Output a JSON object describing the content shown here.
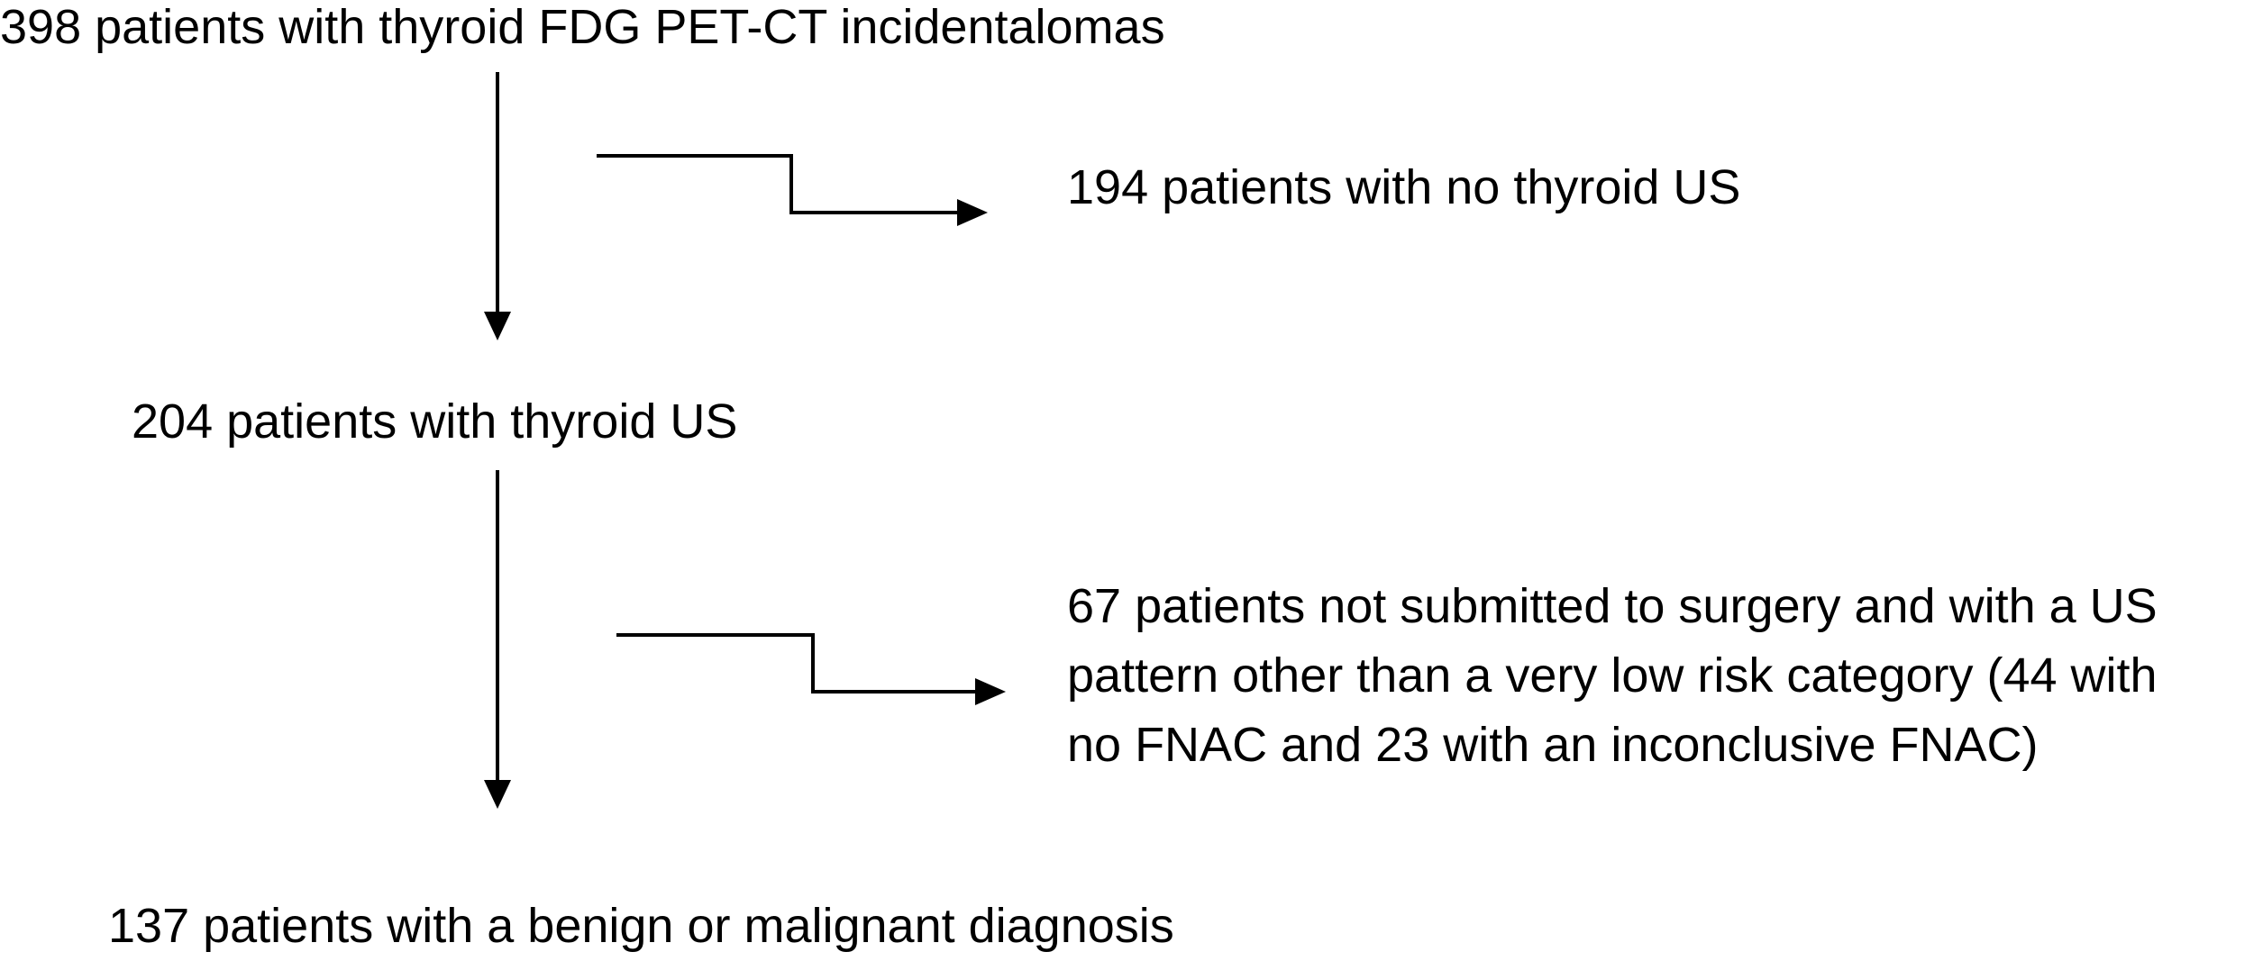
{
  "diagram": {
    "boxes": {
      "start": "398 patients with thyroid FDG PET-CT incidentalomas",
      "excluded_no_us": "194 patients with no thyroid US",
      "with_us": "204 patients with thyroid US",
      "excluded_no_surgery": [
        "67 patients not submitted to surgery and with a US",
        "pattern other than a very low risk category (44 with",
        "no FNAC and 23 with an inconclusive FNAC)"
      ],
      "final": "137 patients with a benign or malignant diagnosis"
    },
    "line_color": "#000000",
    "text_color": "#000000"
  }
}
